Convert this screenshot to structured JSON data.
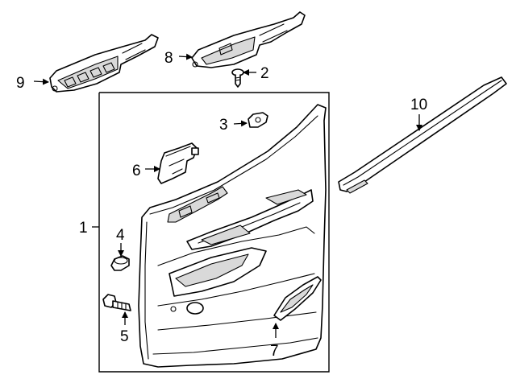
{
  "callouts": {
    "c1": "1",
    "c2": "2",
    "c3": "3",
    "c4": "4",
    "c5": "5",
    "c6": "6",
    "c7": "7",
    "c8": "8",
    "c9": "9",
    "c10": "10"
  },
  "colors": {
    "line": "#000000",
    "shade": "#d9d9d9",
    "background": "#ffffff"
  }
}
